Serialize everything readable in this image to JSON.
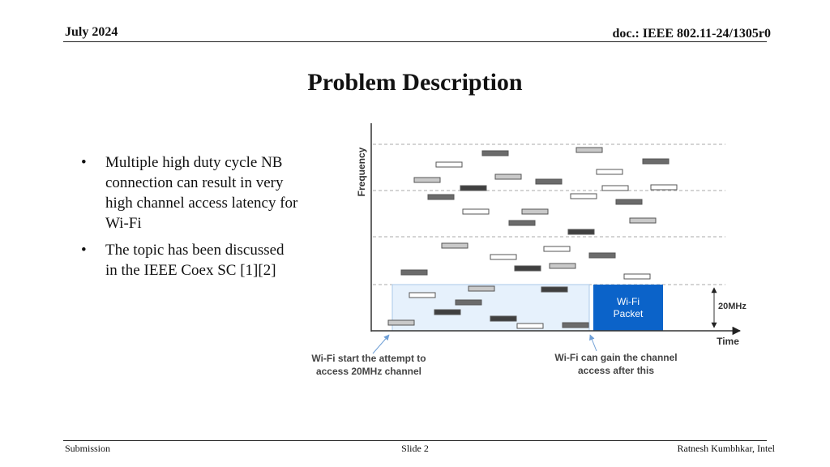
{
  "header": {
    "date": "July 2024",
    "doc": "doc.: IEEE 802.11-24/1305r0"
  },
  "title": "Problem Description",
  "bullets": [
    "Multiple high duty cycle NB connection can result in very high channel access latency for Wi-Fi",
    "The topic has been discussed in the IEEE Coex SC [1][2]"
  ],
  "diagram": {
    "y_axis_label": "Frequency",
    "x_axis_label": "Time",
    "bandwidth_label": "20MHz",
    "packet_label_line1": "Wi-Fi",
    "packet_label_line2": "Packet",
    "annotation_left_line1": "Wi-Fi start the attempt to",
    "annotation_left_line2": "access 20MHz channel",
    "annotation_right_line1": "Wi-Fi can gain the channel",
    "annotation_right_line2": "access after this",
    "colors": {
      "waiting_region": "#e6f1fc",
      "wifi_packet": "#0b63c9",
      "burst_dark": "#404040",
      "burst_mid": "#8c8c8c",
      "burst_light": "#c9c9c9",
      "burst_empty": "#ffffff"
    }
  },
  "footer": {
    "left": "Submission",
    "center": "Slide 2",
    "right": "Ratnesh Kumbhkar, Intel"
  }
}
